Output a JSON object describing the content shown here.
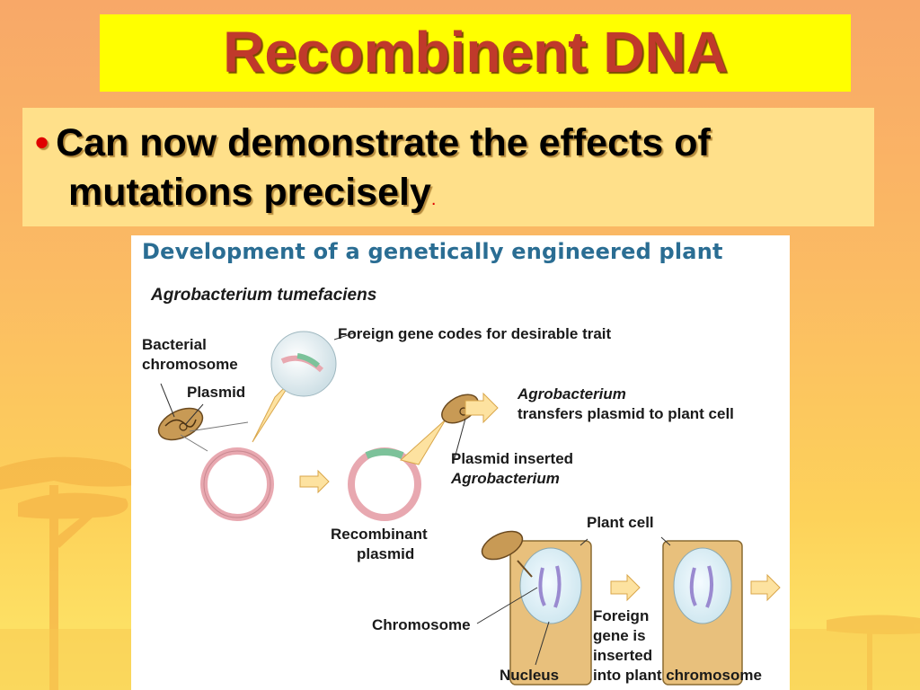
{
  "slide": {
    "title": "Recombinent DNA",
    "bullet": {
      "marker": "•",
      "line1": "Can now demonstrate the effects of",
      "line2": "mutations precisely",
      "trailing": "."
    }
  },
  "figure": {
    "title": "Development of a genetically engineered plant",
    "organism": "Agrobacterium tumefaciens",
    "labels": {
      "bacterial_chromosome_1": "Bacterial",
      "bacterial_chromosome_2": "chromosome",
      "plasmid": "Plasmid",
      "foreign_gene": "Foreign gene codes for desirable trait",
      "agro_transfers_1": "Agrobacterium",
      "agro_transfers_2": "transfers plasmid to plant cell",
      "plasmid_inserted_1": "Plasmid inserted",
      "plasmid_inserted_2": "Agrobacterium",
      "recombinant_1": "Recombinant",
      "recombinant_2": "plasmid",
      "plant_cell": "Plant cell",
      "chromosome": "Chromosome",
      "nucleus": "Nucleus",
      "foreign_inserted_1": "Foreign",
      "foreign_inserted_2": "gene is",
      "foreign_inserted_3": "inserted",
      "foreign_inserted_4": "into plant chromosome"
    }
  },
  "colors": {
    "title_bg": "#ffff00",
    "title_text": "#c0392b",
    "bullet_bg": "#ffe08a",
    "bullet_marker": "#e00000",
    "figure_title": "#2a6d93",
    "plasmid_ring": "#e8a8b0",
    "cell_fill": "#e8c07c",
    "arrow_fill": "#fde2a0"
  }
}
